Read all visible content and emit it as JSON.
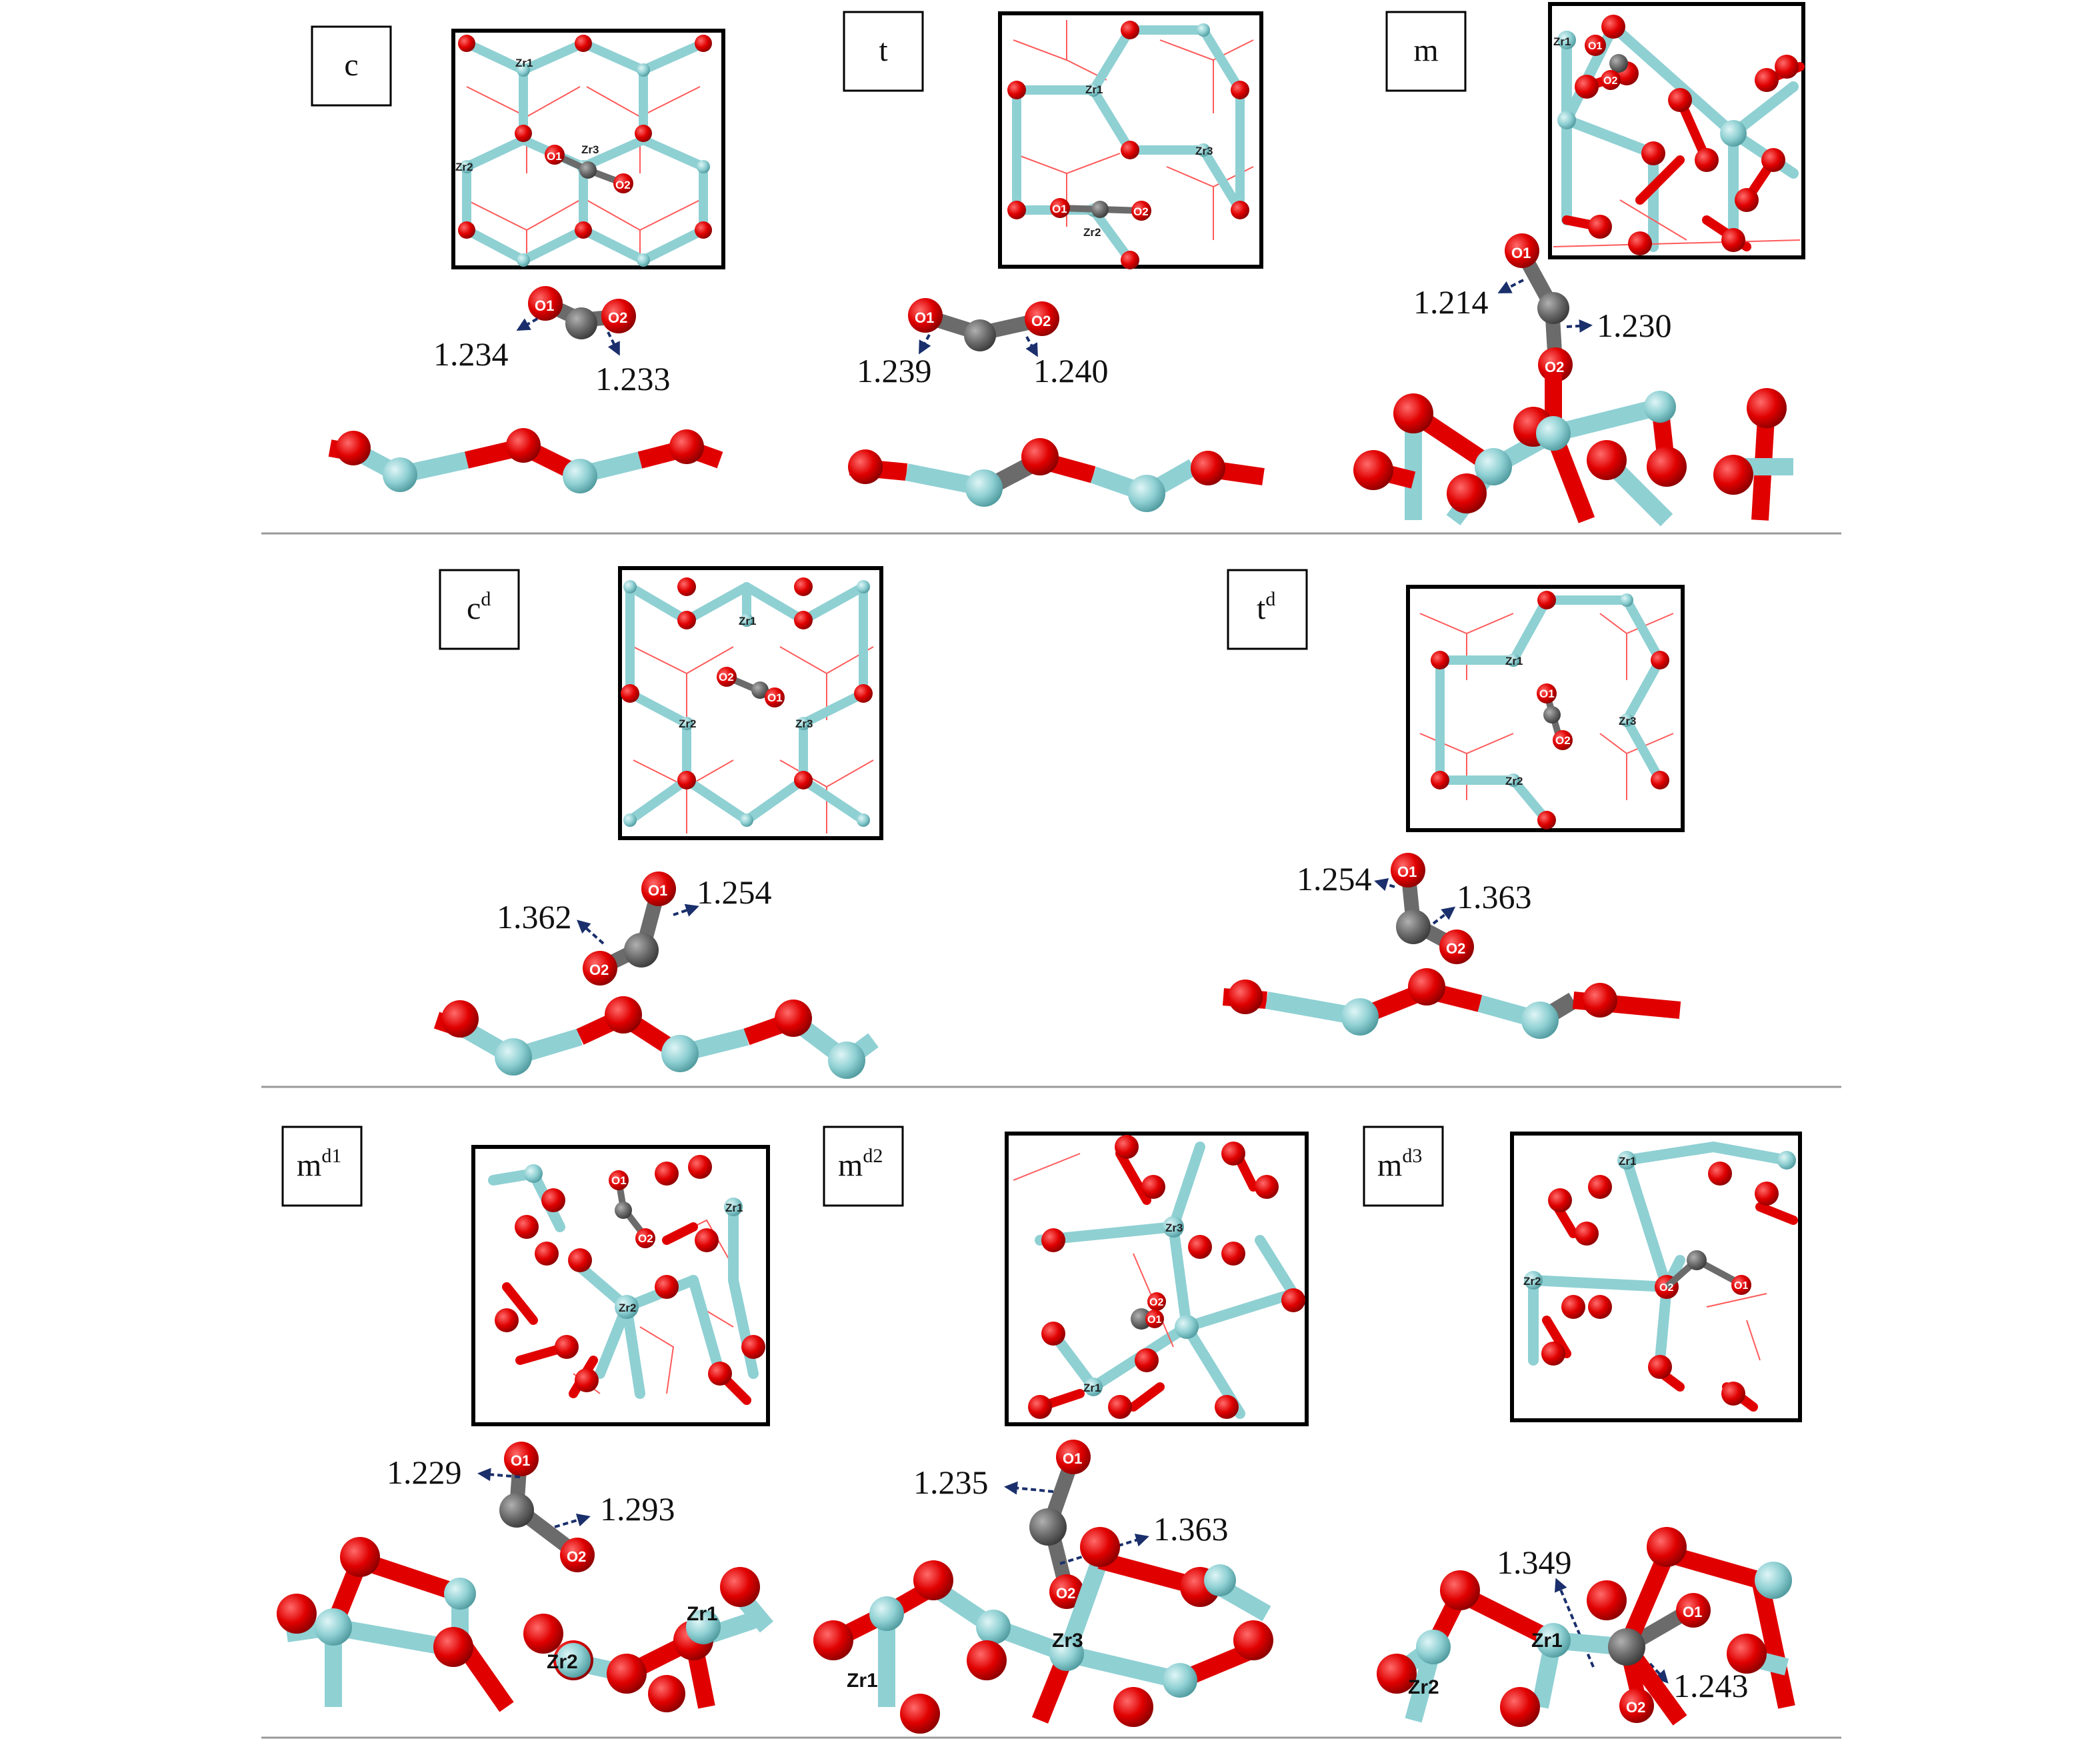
{
  "panels": [
    {
      "id": "c",
      "label": "c",
      "sup": "",
      "dist_o1": "1.234",
      "dist_o2": "1.233",
      "o1": "O1",
      "o2": "O2",
      "zr": [
        "Zr1",
        "Zr2",
        "Zr3"
      ]
    },
    {
      "id": "t",
      "label": "t",
      "sup": "",
      "dist_o1": "1.239",
      "dist_o2": "1.240",
      "o1": "O1",
      "o2": "O2",
      "zr": [
        "Zr1",
        "Zr2",
        "Zr3"
      ]
    },
    {
      "id": "m",
      "label": "m",
      "sup": "",
      "dist_o1": "1.214",
      "dist_o2": "1.230",
      "o1": "O1",
      "o2": "O2",
      "zr": [
        "Zr1"
      ]
    },
    {
      "id": "cd",
      "label": "c",
      "sup": "d",
      "dist_o1": "1.254",
      "dist_o2": "1.362",
      "o1": "O1",
      "o2": "O2",
      "zr": [
        "Zr1",
        "Zr2",
        "Zr3"
      ]
    },
    {
      "id": "td",
      "label": "t",
      "sup": "d",
      "dist_o1": "1.254",
      "dist_o2": "1.363",
      "o1": "O1",
      "o2": "O2",
      "zr": [
        "Zr1",
        "Zr2",
        "Zr3"
      ]
    },
    {
      "id": "md1",
      "label": "m",
      "sup": "d1",
      "dist_o1": "1.229",
      "dist_o2": "1.293",
      "o1": "O1",
      "o2": "O2",
      "zr": [
        "Zr1",
        "Zr2"
      ]
    },
    {
      "id": "md2",
      "label": "m",
      "sup": "d2",
      "dist_o1": "1.235",
      "dist_o2": "1.363",
      "o1": "O1",
      "o2": "O2",
      "zr": [
        "Zr1",
        "Zr3"
      ]
    },
    {
      "id": "md3",
      "label": "m",
      "sup": "d3",
      "dist_o1": "1.243",
      "dist_o2": "1.349",
      "o1": "O1",
      "o2": "O2",
      "zr": [
        "Zr1",
        "Zr2"
      ]
    }
  ],
  "colors": {
    "oxygen": "#e00000",
    "zirconium": "#8fd0d3",
    "carbon": "#6b6b6b",
    "arrow": "#1a2f6b",
    "divider": "#9a9a9a"
  }
}
